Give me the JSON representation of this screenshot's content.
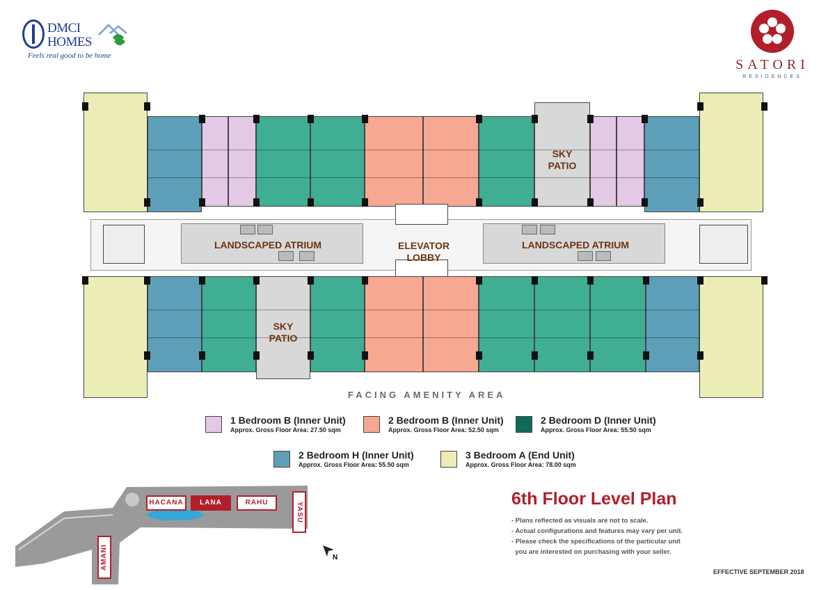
{
  "brand": {
    "dmci_line1": "DMCI",
    "dmci_line2": "HOMES",
    "dmci_tagline": "Feels real good to be home",
    "satori_name": "SATORI",
    "satori_sub": "RESIDENCES"
  },
  "plan": {
    "labels": {
      "sky_patio_top": "SKY\nPATIO",
      "sky_patio_bottom": "SKY\nPATIO",
      "atrium_left": "LANDSCAPED ATRIUM",
      "atrium_right": "LANDSCAPED ATRIUM",
      "elevator_lobby": "ELEVATOR LOBBY"
    },
    "facing": "FACING AMENITY AREA"
  },
  "legend": [
    {
      "name": "1 Bedroom B (Inner Unit)",
      "area": "Approx. Gross Floor Area: 27.50 sqm",
      "color": "#e3c9e6"
    },
    {
      "name": "2 Bedroom B (Inner Unit)",
      "area": "Approx. Gross Floor Area: 52.50 sqm",
      "color": "#f6a892"
    },
    {
      "name": "2 Bedroom D (Inner Unit)",
      "area": "Approx. Gross Floor Area: 55.50 sqm",
      "color": "#0f6b58"
    },
    {
      "name": "2 Bedroom H (Inner Unit)",
      "area": "Approx. Gross Floor Area: 55.50 sqm",
      "color": "#5d9fb8"
    },
    {
      "name": "3 Bedroom A (End Unit)",
      "area": "Approx. Gross Floor Area: 78.00 sqm",
      "color": "#ecedb6"
    }
  ],
  "site": {
    "buildings": [
      "HACANA",
      "LANA",
      "RAHU",
      "YASU",
      "AMANI"
    ],
    "selected": "LANA",
    "north": "N"
  },
  "title": "6th Floor Level Plan",
  "notes": [
    "- Plans reflected as visuals are not to scale.",
    "- Actual configurations and features may vary per unit.",
    "- Please check the specifications of the particular unit",
    "  you are interested on purchasing with your seller."
  ],
  "effective": "EFFECTIVE SEPTEMBER 2018",
  "colors": {
    "accent": "#b11f2b",
    "label_brown": "#6b3410"
  }
}
